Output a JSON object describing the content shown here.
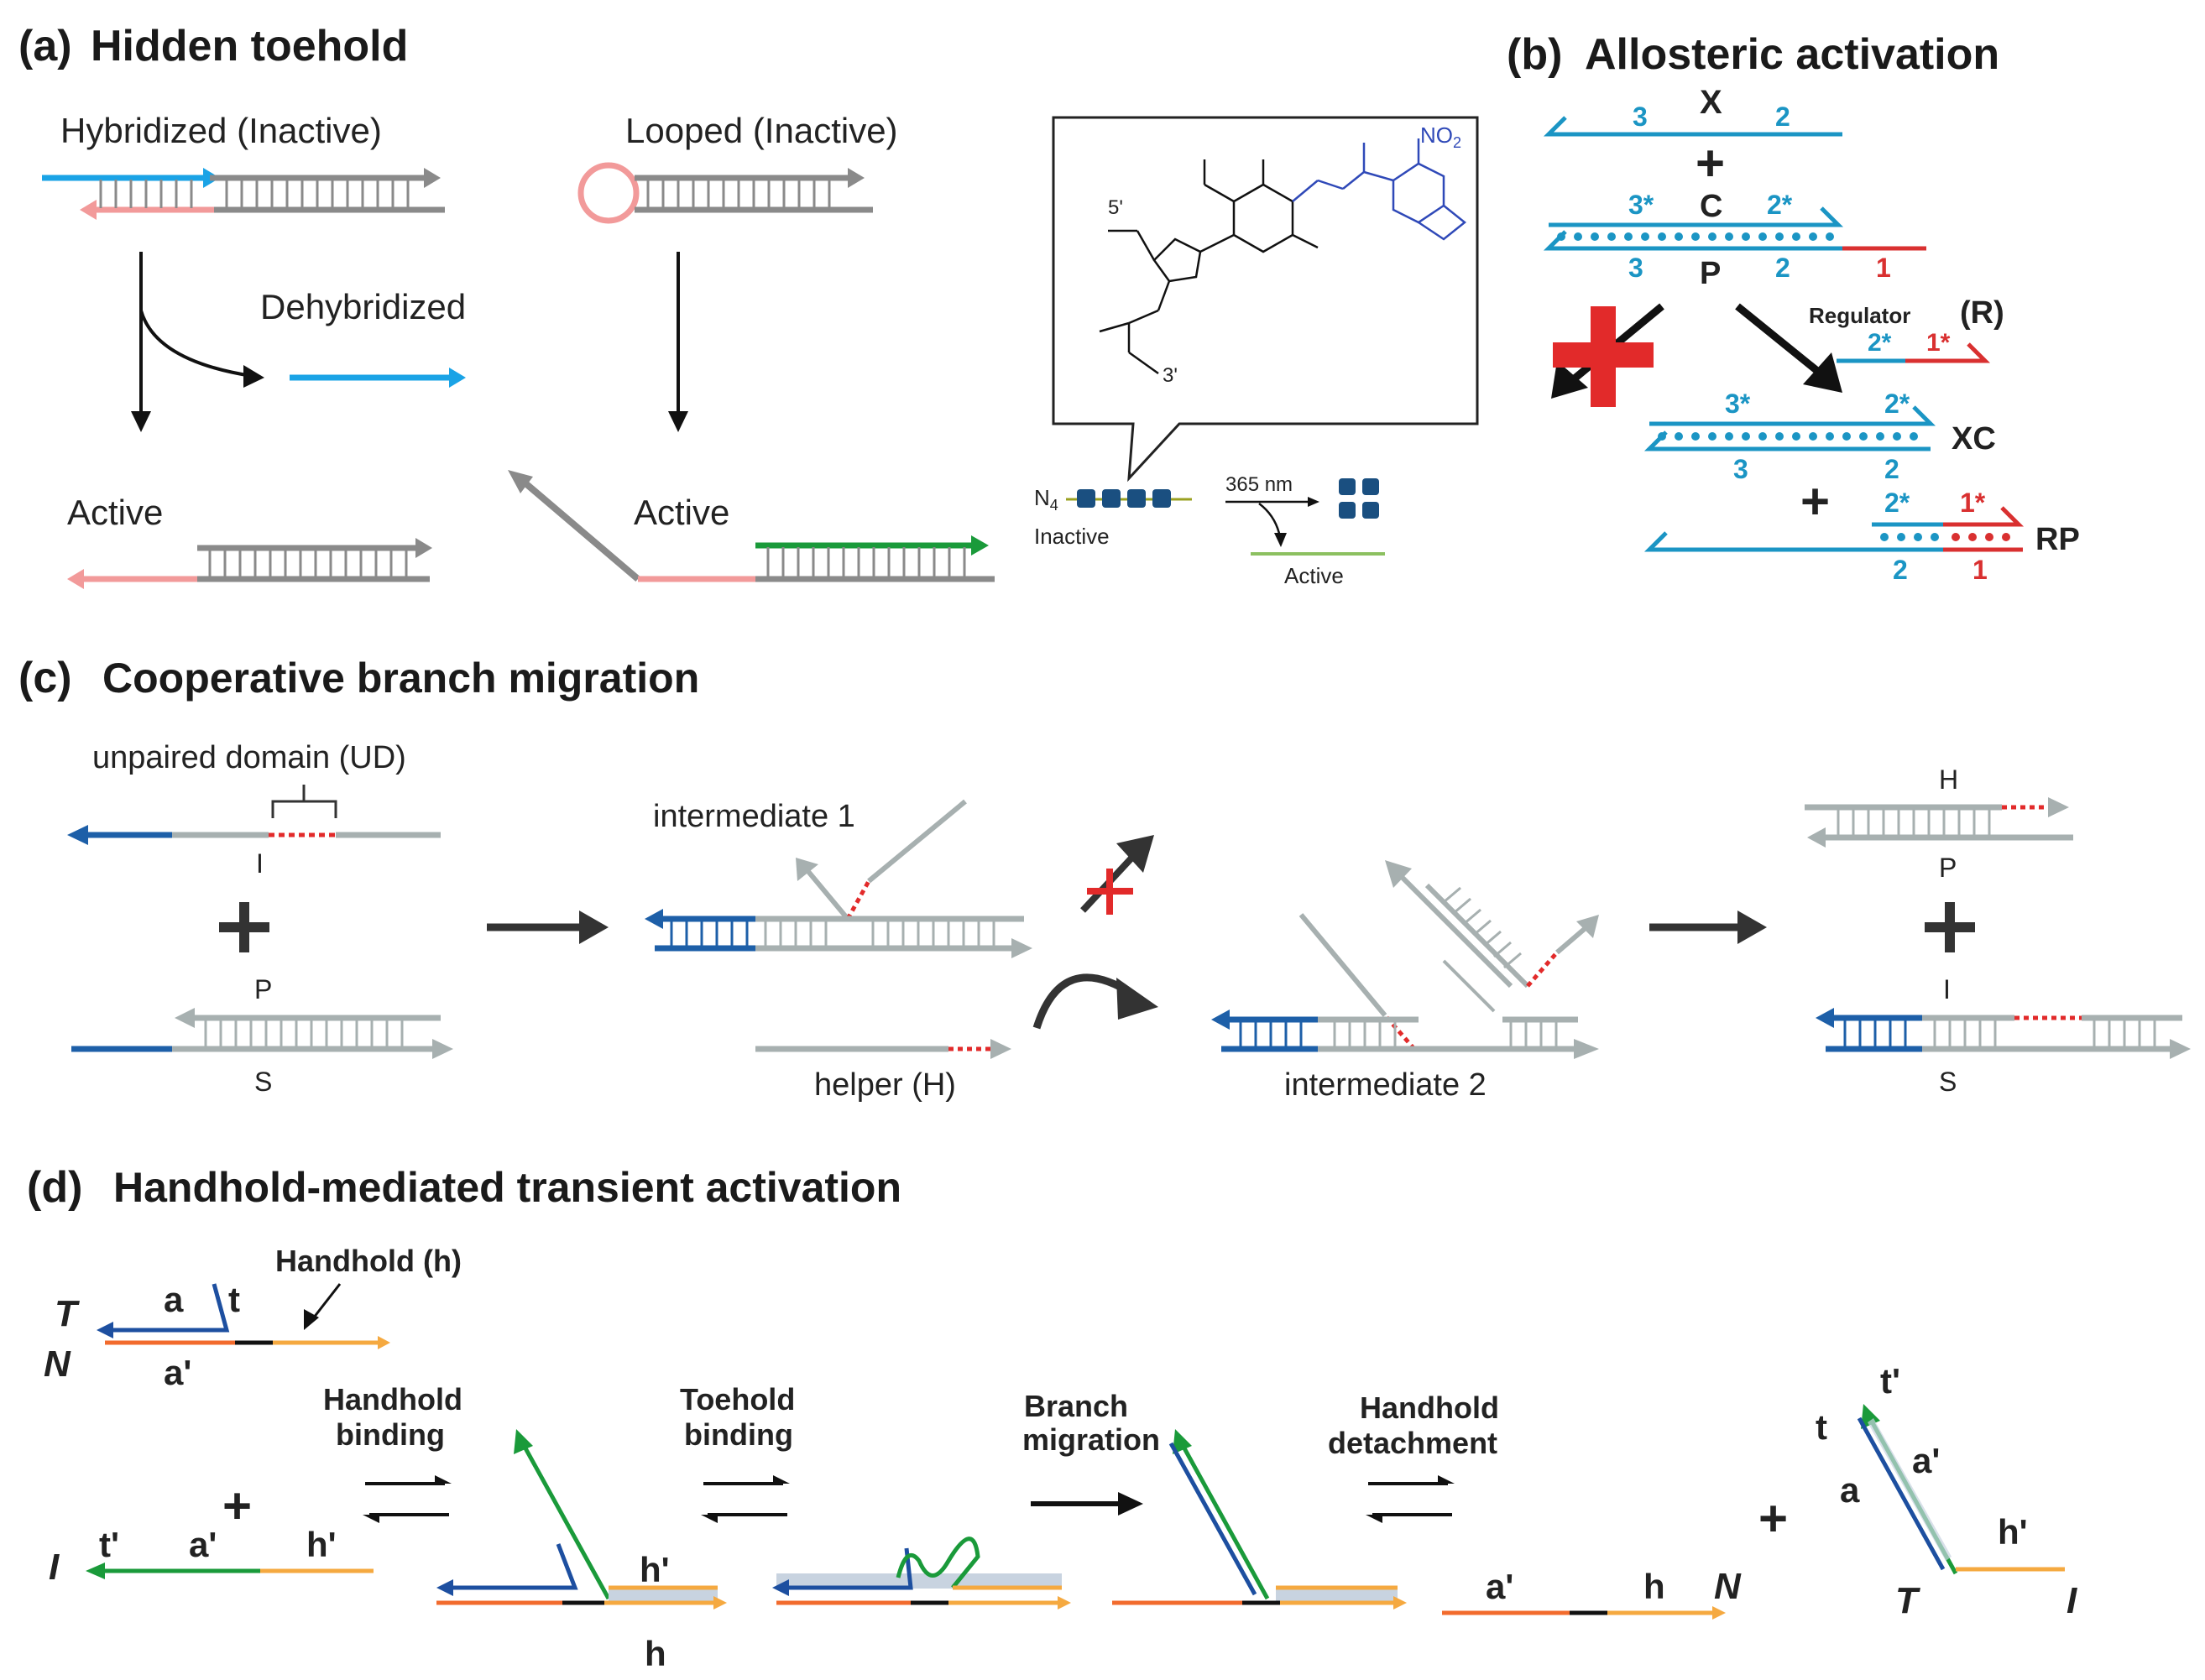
{
  "colors": {
    "blue": "#1aa3e6",
    "teal": "#1b95c4",
    "navy": "#1d4fa0",
    "pink": "#f29a9a",
    "gray": "#8a8a8a",
    "lightgray": "#a7b0b0",
    "green": "#1a9a3a",
    "red": "#e22a2a",
    "orange": "#f26b2d",
    "yellow": "#f5a940",
    "dark": "#333333"
  },
  "panel_a": {
    "letter": "(a)",
    "title": "Hidden toehold",
    "hybridized": "Hybridized (Inactive)",
    "looped": "Looped (Inactive)",
    "dehybridized": "Dehybridized",
    "active_left": "Active",
    "active_right": "Active",
    "inset": {
      "n4": "N",
      "n4_sub": "4",
      "inactive": "Inactive",
      "wavelength": "365 nm",
      "active": "Active",
      "five_prime": "5'",
      "three_prime": "3'",
      "no2": "NO",
      "no2_sub": "2"
    }
  },
  "panel_b": {
    "letter": "(b)",
    "title": "Allosteric activation",
    "x": "X",
    "c": "C",
    "p": "P",
    "plus": "+",
    "d3": "3",
    "d2": "2",
    "d1": "1",
    "d3s": "3*",
    "d2s": "2*",
    "d1s": "1*",
    "regulator": "Regulator",
    "r": "(R)",
    "xc": "XC",
    "rp": "RP"
  },
  "panel_c": {
    "letter": "(c)",
    "title": "Cooperative branch migration",
    "ud": "unpaired domain (UD)",
    "i": "I",
    "p": "P",
    "s": "S",
    "h": "H",
    "intermediate1": "intermediate 1",
    "intermediate2": "intermediate 2",
    "helper": "helper (H)"
  },
  "panel_d": {
    "letter": "(d)",
    "title": "Handhold-mediated transient activation",
    "handhold_label": "Handhold (h)",
    "T": "T",
    "N": "N",
    "I": "I",
    "a": "a",
    "t": "t",
    "ap": "a'",
    "tp": "t'",
    "hp": "h'",
    "h": "h",
    "handhold_binding": [
      "Handhold",
      "binding"
    ],
    "toehold_binding": [
      "Toehold",
      "binding"
    ],
    "branch_migration": [
      "Branch",
      "migration"
    ],
    "handhold_detachment": [
      "Handhold",
      "detachment"
    ],
    "plus": "+"
  }
}
